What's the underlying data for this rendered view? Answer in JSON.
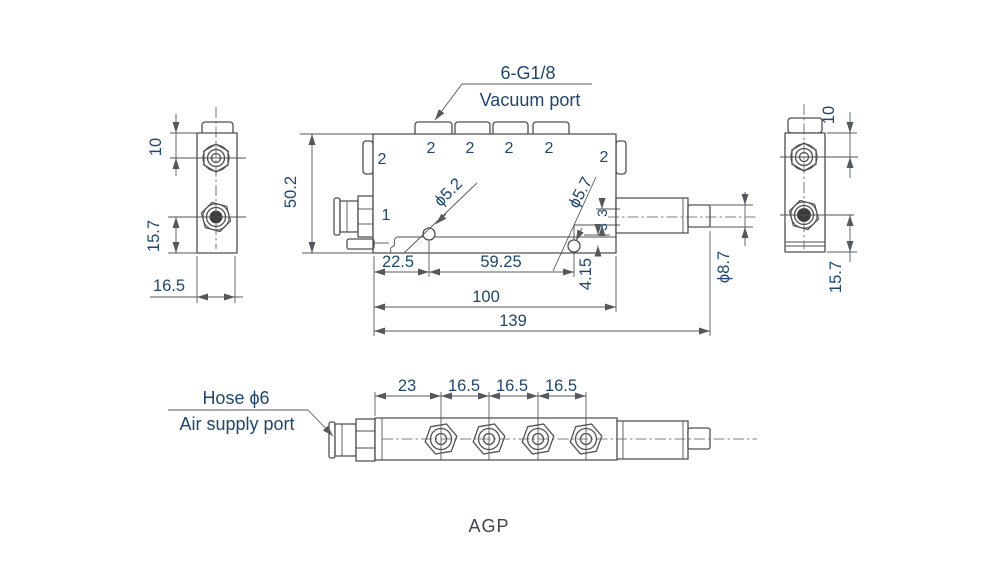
{
  "labels": {
    "product": "AGP",
    "vacuum_callout_line1": "6-G1/8",
    "vacuum_callout_line2": "Vacuum port",
    "air_callout_line1": "Hose ϕ6",
    "air_callout_line2": "Air supply port",
    "port_air_supply": "1",
    "port_vacuum": "2"
  },
  "front_view": {
    "dim_height": "50.2",
    "dim_hole_left": "ϕ5.2",
    "dim_hole_right": "ϕ5.7",
    "dim_left_to_hole": "22.5",
    "dim_hole_spacing": "59.25",
    "dim_body_length": "100",
    "dim_overall_length": "139",
    "dim_port_offset": "4.15",
    "dim_step_upper": "3",
    "dim_step_lower": "3",
    "dim_shaft_dia": "ϕ8.7"
  },
  "left_view": {
    "dim_top_port": "10",
    "dim_bottom_port": "15.7",
    "dim_width": "16.5"
  },
  "right_view": {
    "dim_top_port": "10",
    "dim_bottom_port": "15.7"
  },
  "bottom_view": {
    "dim_end_to_first": "23",
    "dim_pitch_1": "16.5",
    "dim_pitch_2": "16.5",
    "dim_pitch_3": "16.5"
  }
}
